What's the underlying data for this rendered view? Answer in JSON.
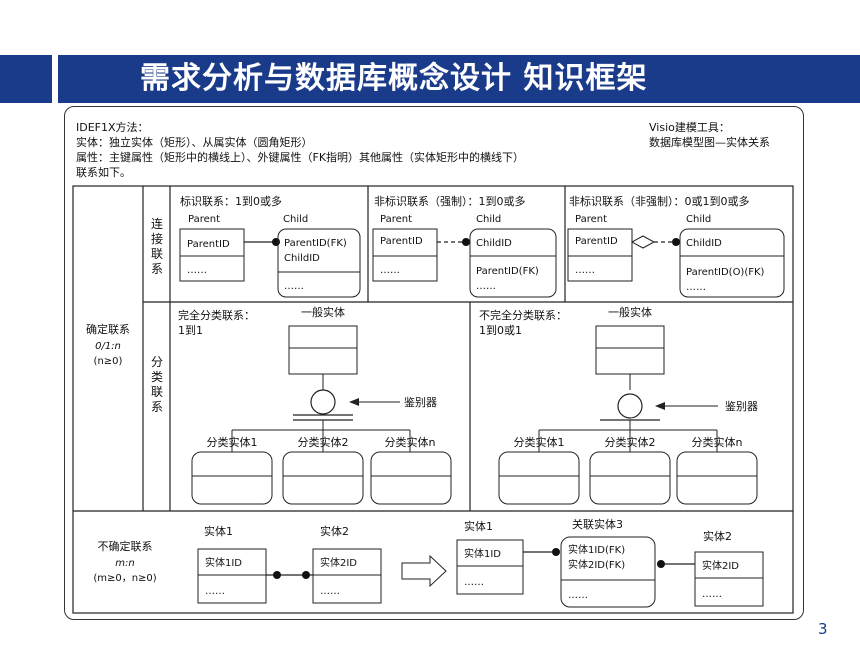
{
  "slide": {
    "title": "需求分析与数据库概念设计  知识框架",
    "page_number": "3"
  },
  "intro": {
    "left_lines": [
      "IDEF1X方法：",
      "实体：独立实体（矩形）、从属实体（圆角矩形）",
      "属性：主键属性（矩形中的横线上）、外键属性（FK指明）其他属性（实体矩形中的横线下）",
      "联系如下。"
    ],
    "right_lines": [
      "Visio建模工具：",
      "数据库模型图—实体关系"
    ]
  },
  "row_labels": {
    "determinate": [
      "确定联系",
      "0/1:n",
      "(n≥0)"
    ],
    "connect": [
      "连",
      "接",
      "联",
      "系"
    ],
    "classify": [
      "分",
      "类",
      "联",
      "系"
    ],
    "indeterminate": [
      "不确定联系",
      "m:n",
      "(m≥0，n≥0)"
    ]
  },
  "connect_cells": [
    {
      "heading": "标识联系：1到0或多",
      "parent_label": "Parent",
      "child_label": "Child",
      "parent_key": "ParentID",
      "parent_attr": "……",
      "child_key_lines": [
        "ParentID(FK)",
        "ChildID"
      ],
      "child_attr": "……"
    },
    {
      "heading": "非标识联系（强制）：1到0或多",
      "parent_label": "Parent",
      "child_label": "Child",
      "parent_key": "ParentID",
      "parent_attr": "……",
      "child_key_lines": [
        "ChildID"
      ],
      "child_attr_lines": [
        "ParentID(FK)",
        "……"
      ]
    },
    {
      "heading": "非标识联系（非强制）：0或1到0或多",
      "parent_label": "Parent",
      "child_label": "Child",
      "parent_key": "ParentID",
      "parent_attr": "……",
      "child_key_lines": [
        "ChildID"
      ],
      "child_attr_lines": [
        "ParentID(O)(FK)",
        "……"
      ]
    }
  ],
  "classify_cells": [
    {
      "heading": "完全分类联系：",
      "cardinality": "1到1",
      "general_entity": "一般实体",
      "discriminator": "鉴别器",
      "subtypes": [
        "分类实体1",
        "分类实体2",
        "分类实体n"
      ]
    },
    {
      "heading": "不完全分类联系：",
      "cardinality": "1到0或1",
      "general_entity": "一般实体",
      "discriminator": "鉴别器",
      "subtypes": [
        "分类实体1",
        "分类实体2",
        "分类实体n"
      ]
    }
  ],
  "mn": {
    "left_entity1": {
      "label": "实体1",
      "key": "实体1ID",
      "attr": "……"
    },
    "left_entity2": {
      "label": "实体2",
      "key": "实体2ID",
      "attr": "……"
    },
    "right_entity1": {
      "label": "实体1",
      "key": "实体1ID",
      "attr": "……"
    },
    "assoc_entity": {
      "label": "关联实体3",
      "key_lines": [
        "实体1ID(FK)",
        "实体2ID(FK)"
      ],
      "attr": "……"
    },
    "right_entity2": {
      "label": "实体2",
      "key": "实体2ID",
      "attr": "……"
    }
  },
  "colors": {
    "title_bar": "#1a3a8a",
    "page_number": "#1a3a8a",
    "lines": "#222222"
  }
}
